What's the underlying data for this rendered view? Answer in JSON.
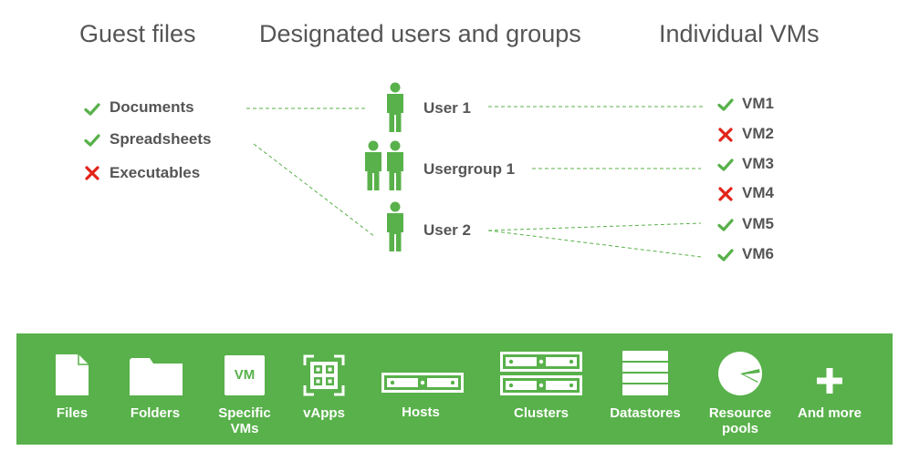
{
  "headers": {
    "guest_files": "Guest files",
    "users_groups": "Designated users and groups",
    "vms": "Individual VMs"
  },
  "colors": {
    "accent": "#58b14a",
    "deny": "#e2231a",
    "text": "#555555"
  },
  "guest_files": [
    {
      "label": "Documents",
      "allowed": true
    },
    {
      "label": "Spreadsheets",
      "allowed": true
    },
    {
      "label": "Executables",
      "allowed": false
    }
  ],
  "principals": [
    {
      "label": "User 1",
      "kind": "user"
    },
    {
      "label": "Usergroup 1",
      "kind": "group"
    },
    {
      "label": "User 2",
      "kind": "user"
    }
  ],
  "vms": [
    {
      "label": "VM1",
      "allowed": true
    },
    {
      "label": "VM2",
      "allowed": false
    },
    {
      "label": "VM3",
      "allowed": true
    },
    {
      "label": "VM4",
      "allowed": false
    },
    {
      "label": "VM5",
      "allowed": true
    },
    {
      "label": "VM6",
      "allowed": true
    }
  ],
  "connections": [
    {
      "from": "Documents",
      "to": "User 1"
    },
    {
      "from": "Spreadsheets",
      "to": "User 2"
    },
    {
      "from": "User 1",
      "to": "VM1"
    },
    {
      "from": "Usergroup 1",
      "to": "VM3"
    },
    {
      "from": "User 2",
      "to": "VM5"
    },
    {
      "from": "User 2",
      "to": "VM6"
    }
  ],
  "scope_bar": {
    "items": [
      {
        "label": "Files",
        "icon": "file-icon"
      },
      {
        "label": "Folders",
        "icon": "folder-icon"
      },
      {
        "label": "Specific VMs",
        "icon": "vm-icon",
        "icon_text": "VM"
      },
      {
        "label": "vApps",
        "icon": "vapp-icon"
      },
      {
        "label": "Hosts",
        "icon": "host-icon"
      },
      {
        "label": "Clusters",
        "icon": "cluster-icon"
      },
      {
        "label": "Datastores",
        "icon": "datastore-icon"
      },
      {
        "label": "Resource pools",
        "icon": "resource-pool-icon"
      },
      {
        "label": "And more",
        "icon": "plus-icon"
      }
    ]
  }
}
